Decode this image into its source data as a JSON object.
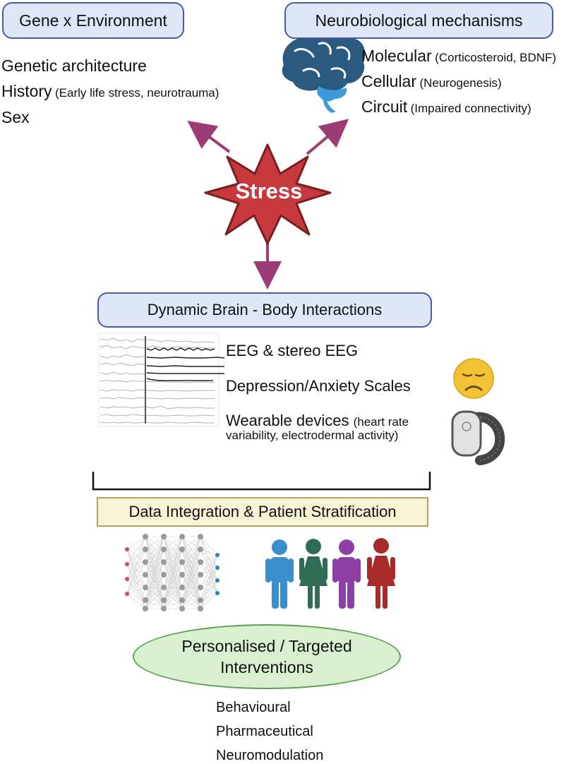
{
  "gene_env": {
    "title": "Gene x Environment",
    "items": [
      {
        "main": "Genetic architecture",
        "detail": ""
      },
      {
        "main": "History",
        "detail": "(Early life stress, neurotrauma)"
      },
      {
        "main": "Sex",
        "detail": ""
      }
    ]
  },
  "neuro": {
    "title": "Neurobiological mechanisms",
    "items": [
      {
        "main": "Molecular",
        "detail": "(Corticosteroid, BDNF)"
      },
      {
        "main": "Cellular",
        "detail": "(Neurogenesis)"
      },
      {
        "main": "Circuit",
        "detail": "(Impaired connectivity)"
      }
    ]
  },
  "stress": {
    "label": "Stress"
  },
  "brain_body": {
    "title": "Dynamic Brain - Body Interactions",
    "items": [
      {
        "main": "EEG & stereo EEG",
        "detail": ""
      },
      {
        "main": "Depression/Anxiety Scales",
        "detail": ""
      },
      {
        "main": "Wearable devices",
        "detail": "(heart rate",
        "detail2": "variability, electrodermal activity)"
      }
    ]
  },
  "integration": {
    "title": "Data Integration & Patient Stratification"
  },
  "interventions": {
    "title_line1": "Personalised / Targeted",
    "title_line2": "Interventions",
    "items": [
      "Behavioural",
      "Pharmaceutical",
      "Neuromodulation"
    ]
  },
  "colors": {
    "arrow": "#9c3b74",
    "star_fill": "#c8393d",
    "star_stroke": "#7a1e22",
    "brain_main": "#2b5a80",
    "brain_accent": "#3b9ad8",
    "person_blue": "#3a8ecb",
    "person_green": "#2f6b55",
    "person_purple": "#8e3fa6",
    "person_red": "#a82a2a",
    "nn_node_gray": "#9a9a9a",
    "nn_input": "#d6457a",
    "nn_output": "#2a86b6"
  },
  "icons": [
    "brain-icon",
    "sad-face-icon",
    "wristband-icon",
    "neural-network-icon",
    "people-icon",
    "eeg-trace-image"
  ]
}
